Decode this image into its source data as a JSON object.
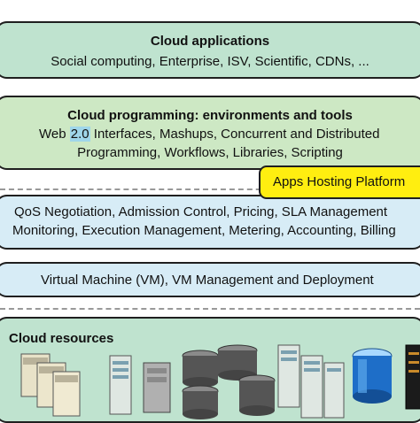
{
  "apps": {
    "title": "Cloud applications",
    "subtitle": "Social computing, Enterprise,  ISV, Scientific, CDNs, ..."
  },
  "programming": {
    "title": "Cloud programming: environments and tools",
    "line1_prefix": "Web ",
    "line1_highlight": "2.0",
    "line1_suffix": " Interfaces, Mashups, Concurrent and Distributed",
    "line2": "Programming, Workflows, Libraries, Scripting"
  },
  "hosting": {
    "label": "Apps Hosting Platform"
  },
  "management": {
    "line1": "QoS Negotiation, Admission Control,  Pricing, SLA Management",
    "line2": "Monitoring, Execution Management, Metering, Accounting, Billing"
  },
  "vm": {
    "label": "Virtual Machine (VM),  VM Management and Deployment"
  },
  "resources": {
    "title": "Cloud resources",
    "icons": [
      "server-group-icon",
      "rack-server-icon",
      "desktop-tower-icon",
      "storage-disk-icon",
      "rack-server-icon",
      "database-icon",
      "black-rack-icon"
    ]
  },
  "colors": {
    "apps_fill": "#bfe3cf",
    "programming_fill": "#cde8c4",
    "management_fill": "#d7ecf6",
    "hosting_fill": "#ffee10",
    "highlight": "#9fd6ea"
  }
}
